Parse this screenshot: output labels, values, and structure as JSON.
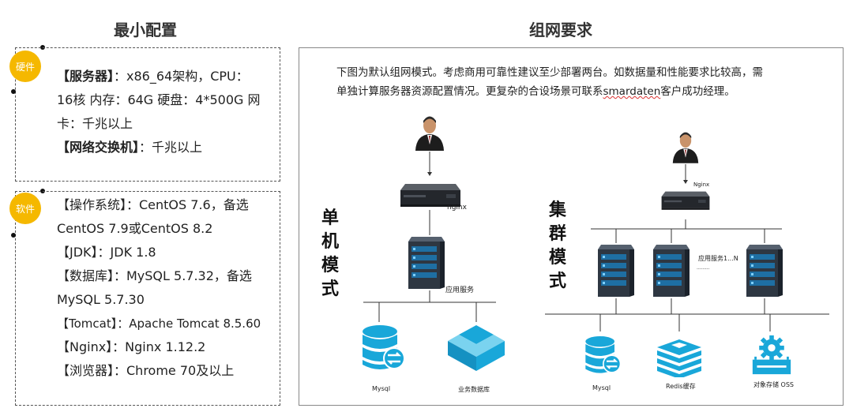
{
  "left": {
    "title": "最小配置",
    "hardware": {
      "badge": "硬件",
      "lines": [
        {
          "key": "【服务器】",
          "rest": "：x86_64架构，CPU："
        },
        {
          "key": "",
          "rest": "16核 内存：64G 硬盘：4*500G 网"
        },
        {
          "key": "",
          "rest": "卡：千兆以上"
        },
        {
          "key": "【网络交换机】",
          "rest": "：千兆以上"
        }
      ]
    },
    "software": {
      "badge": "软件",
      "lines": [
        "【操作系统】：CentOS 7.6，备选",
        "CentOS 7.9或CentOS 8.2",
        "【JDK】：JDK 1.8",
        "【数据库】：MySQL 5.7.32，备选",
        "MySQL 5.7.30",
        "【Tomcat】：Apache Tomcat 8.5.60",
        "【Nginx】：Nginx 1.12.2",
        "【浏览器】：Chrome 70及以上"
      ]
    }
  },
  "right": {
    "title": "组网要求",
    "note_line1": "下图为默认组网模式。考虑商用可靠性建议至少部署两台。如数据量和性能要求比较高，需",
    "note_line2_pre": "单独计算服务器资源配置情况。更复杂的合设场景可联系",
    "note_line2_link": "smardaten",
    "note_line2_post": "客户成功经理。",
    "single": {
      "label": [
        "单",
        "机",
        "模",
        "式"
      ],
      "nginx_label": "nginx",
      "server_label": "应用服务",
      "db1_label": "Mysql",
      "db2_label": "业务数据库"
    },
    "cluster": {
      "label": [
        "集",
        "群",
        "模",
        "式"
      ],
      "nginx_label": "Nginx",
      "services_label": "应用服务1...N",
      "ellipsis": "· · · · · · · · ·",
      "db1_label": "Mysql",
      "db2_label": "Redis缓存",
      "db3_label": "对象存储 OSS"
    },
    "colors": {
      "accent_yellow": "#f5b800",
      "icon_cyan": "#19a7d9",
      "server_dark": "#333d4a"
    }
  }
}
